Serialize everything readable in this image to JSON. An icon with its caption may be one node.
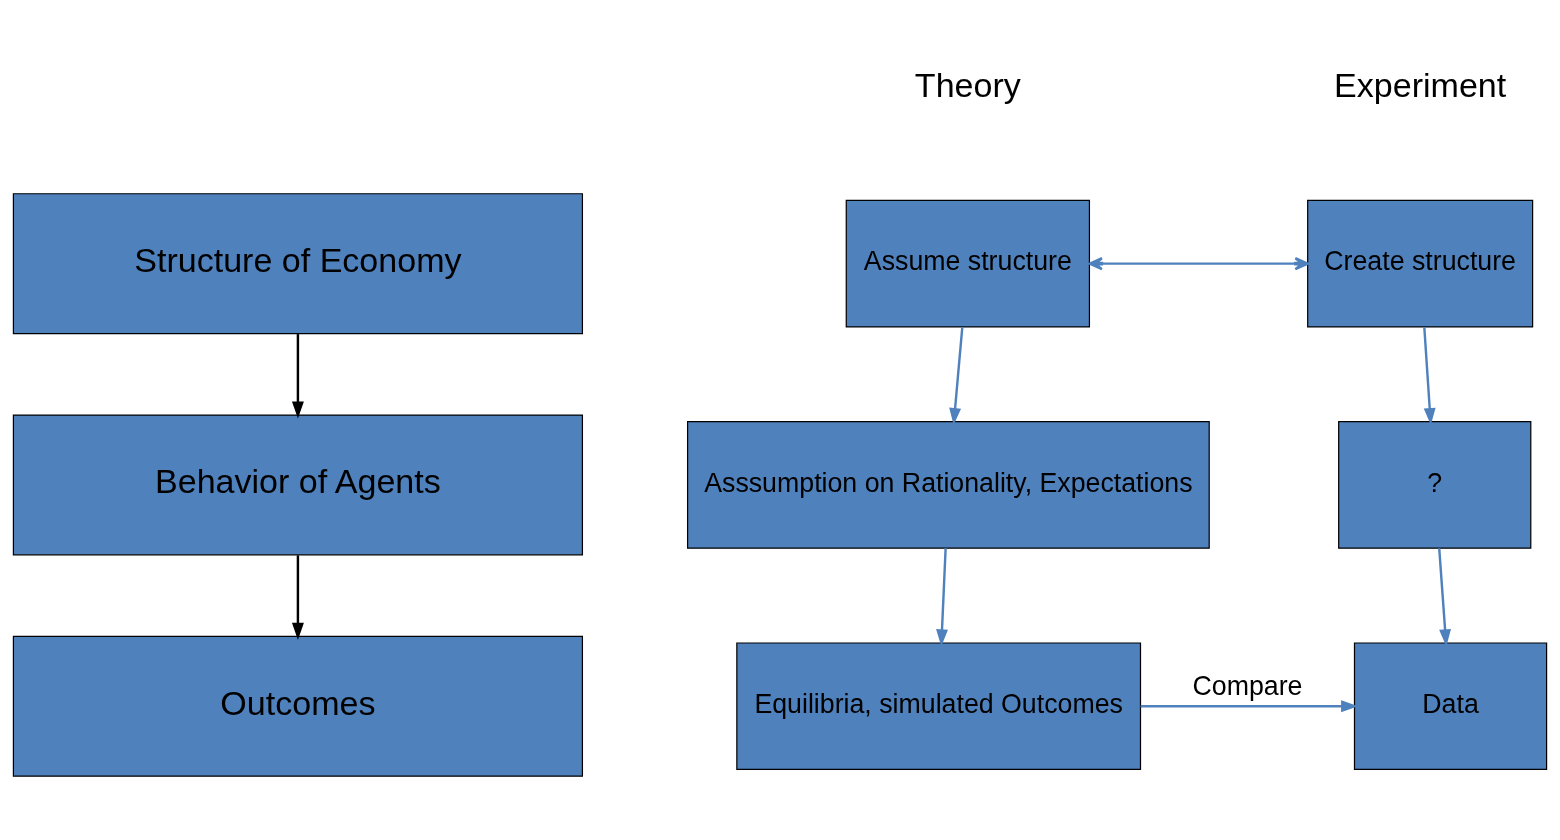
{
  "diagram": {
    "nodes": [
      {
        "text": [
          "Structure of Economy"
        ]
      },
      {
        "text": [
          "Behavior of Agents"
        ]
      },
      {
        "text": [
          "Outcomes"
        ]
      },
      {
        "text": [
          "Assume structure"
        ]
      },
      {
        "text": [
          "Create structure"
        ]
      },
      {
        "text": [
          "Asssumption on Rationality, Expectations"
        ]
      },
      {
        "text": [
          "?"
        ]
      },
      {
        "text": [
          "Equilibria, simulated Outcomes"
        ]
      },
      {
        "text": [
          "Data"
        ]
      }
    ],
    "edges": [
      {
        "from": 0,
        "to": 1,
        "arrow": "to",
        "color": "#000000"
      },
      {
        "from": 1,
        "to": 2,
        "arrow": "to",
        "color": "#000000"
      },
      {
        "from": 3,
        "to": 4,
        "arrow": "both"
      },
      {
        "from": 3,
        "to": 5,
        "arrow": "to"
      },
      {
        "from": 4,
        "to": 6,
        "arrow": "to"
      },
      {
        "from": 5,
        "to": 7,
        "arrow": "to"
      },
      {
        "from": 6,
        "to": 8,
        "arrow": "to"
      },
      {
        "from": 7,
        "to": 8,
        "arrow": "to",
        "label": "Compare"
      }
    ],
    "labels": [
      "Theory",
      "Experiment"
    ]
  }
}
